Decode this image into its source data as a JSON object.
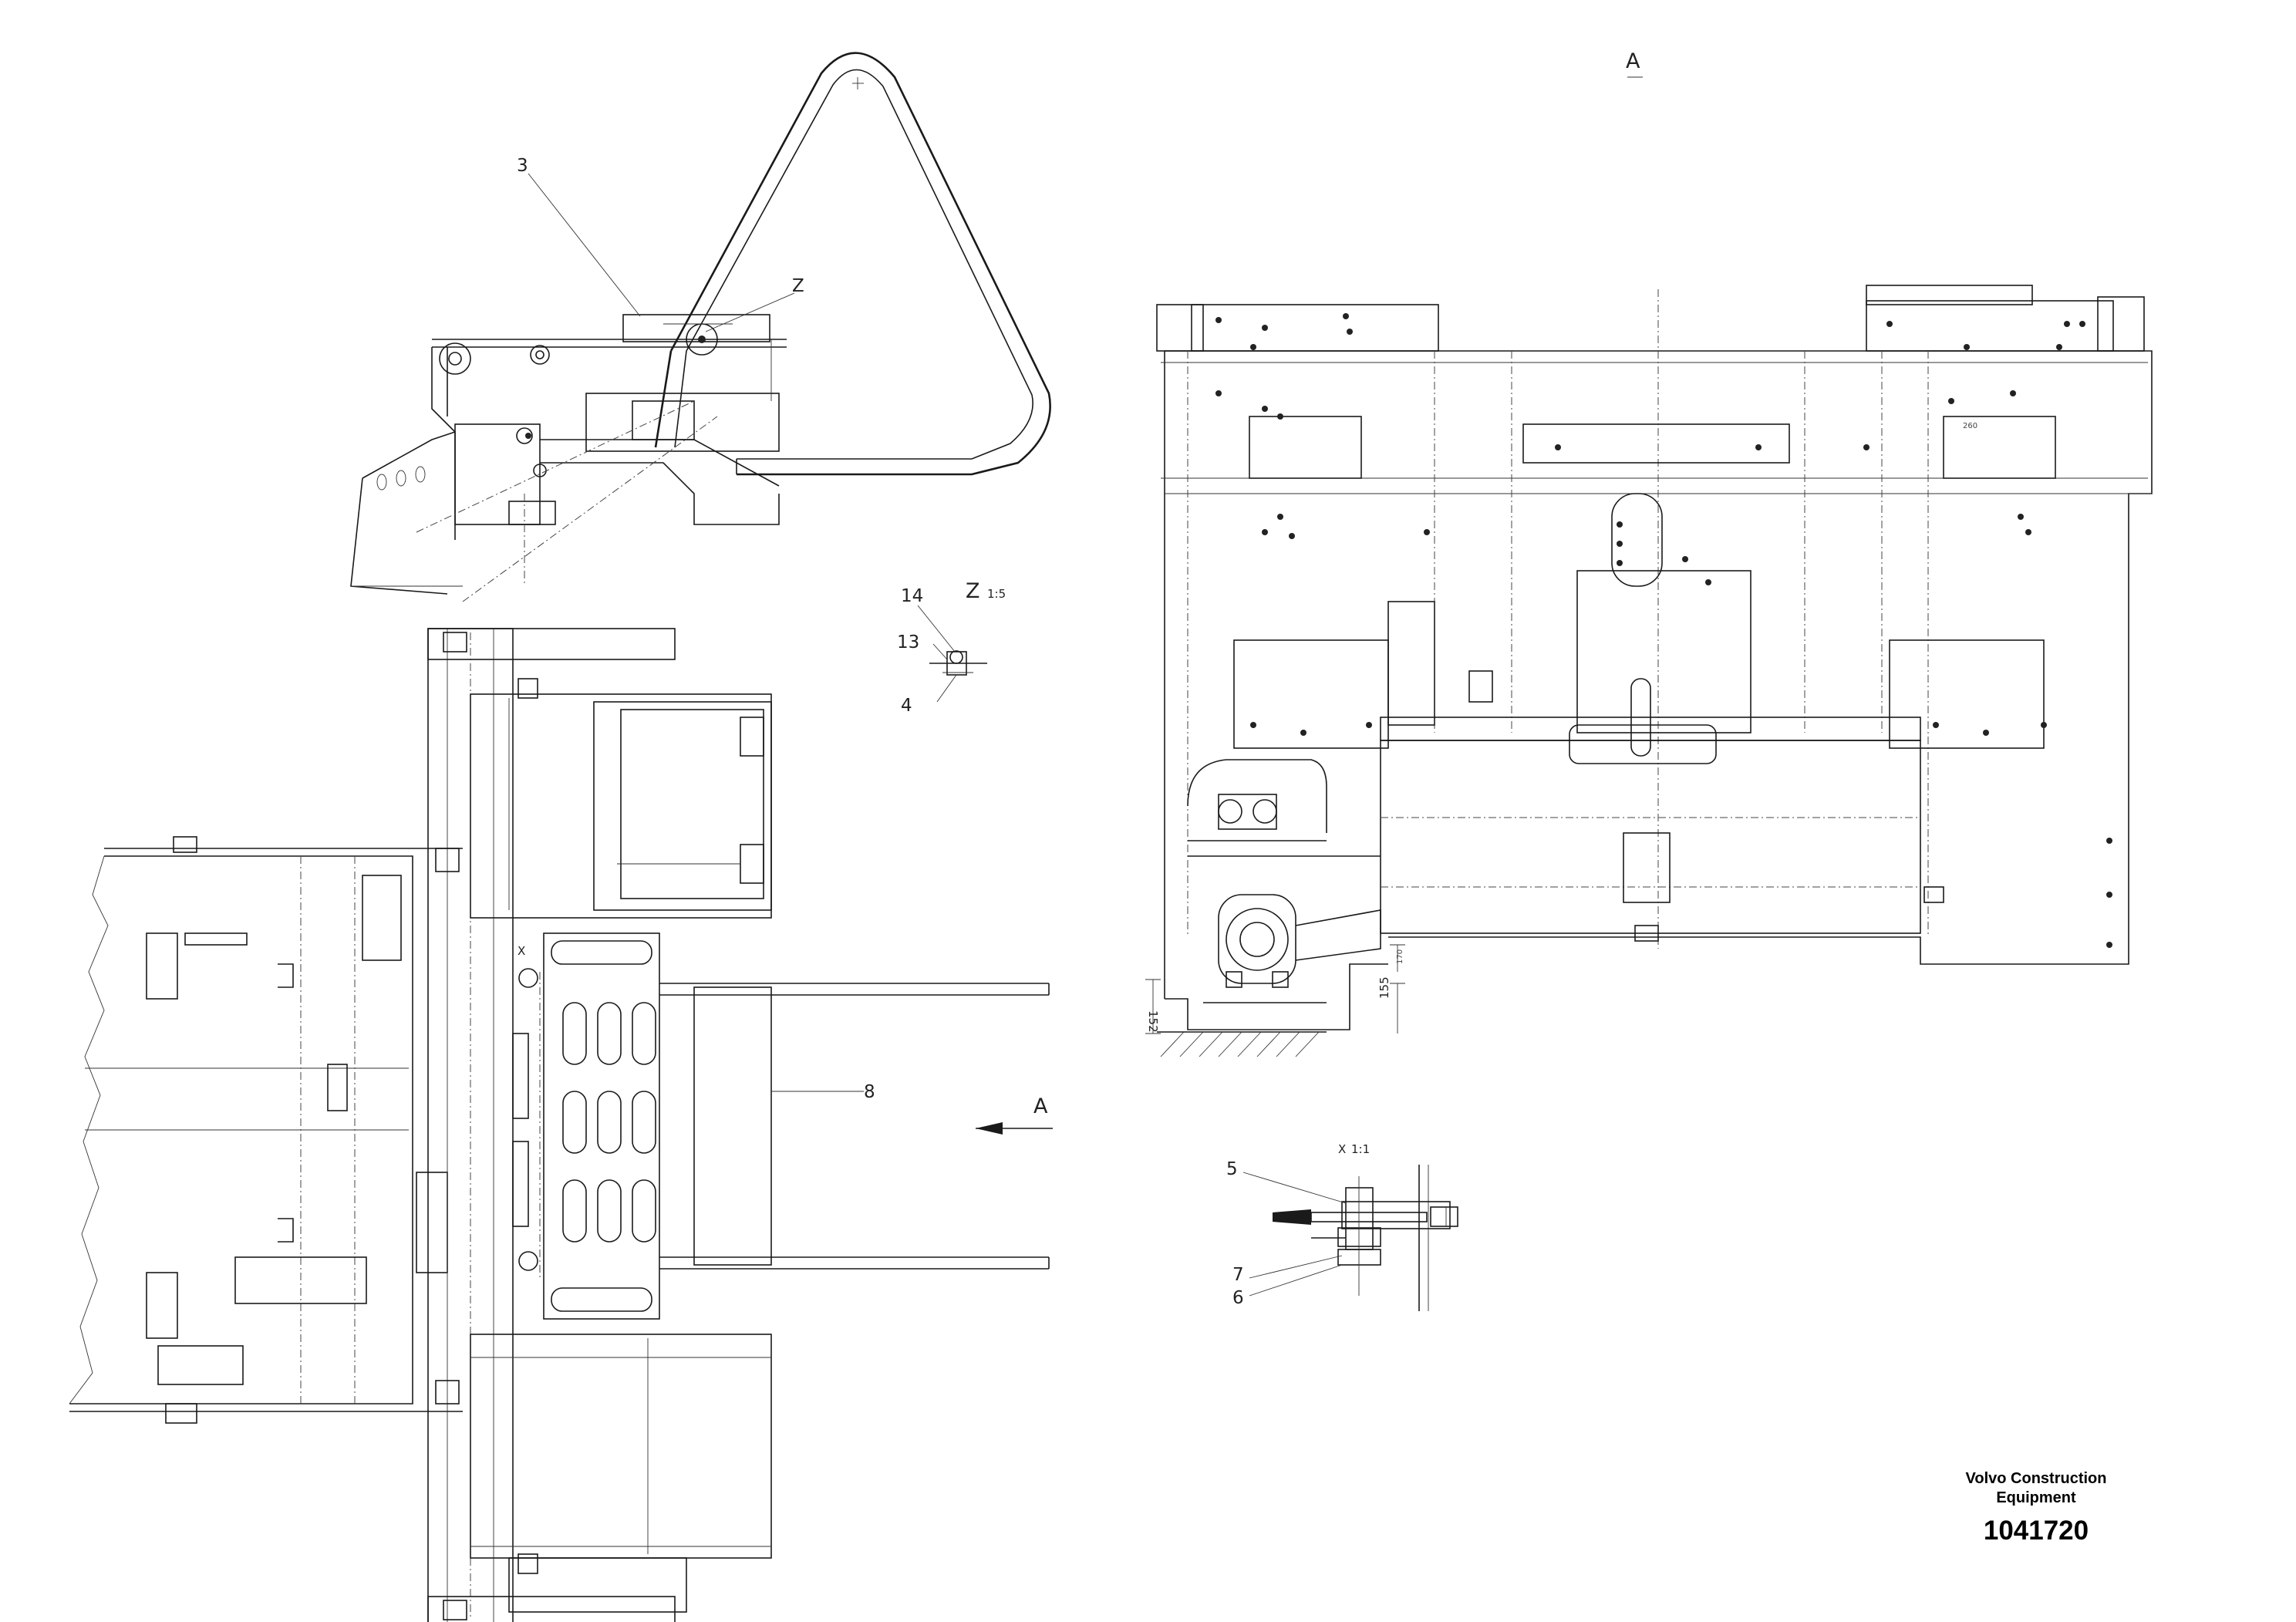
{
  "drawing": {
    "view_labels": {
      "view_a": "A",
      "view_a_arrow": "A",
      "detail_z": "Z",
      "detail_x": "X"
    },
    "scales": {
      "detail_z": "1:5",
      "detail_x": "1:1"
    },
    "callouts": {
      "c3": "3",
      "cz": "Z",
      "c14": "14",
      "c13": "13",
      "c4": "4",
      "cx": "X",
      "c8": "8",
      "c5": "5",
      "c7": "7",
      "c6": "6"
    },
    "dimensions": {
      "d260": "260",
      "d152": "152",
      "d155": "155",
      "d170": "170"
    }
  },
  "title_block": {
    "brand_line1": "Volvo Construction",
    "brand_line2": "Equipment",
    "part_number": "1041720"
  }
}
